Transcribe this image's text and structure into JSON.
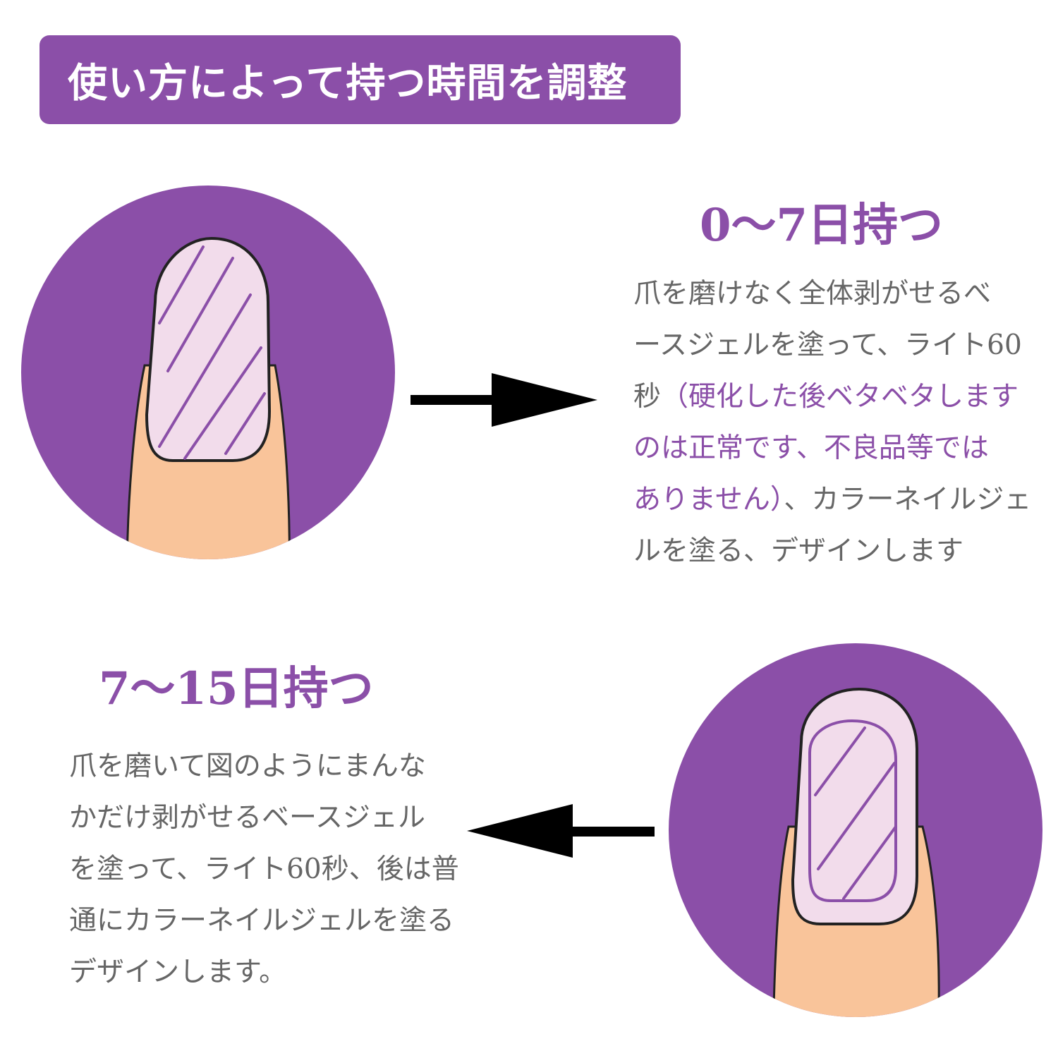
{
  "banner": {
    "title": "使い方によって持つ時間を調整"
  },
  "section_1": {
    "heading": "0～7日持つ",
    "lines": [
      [
        {
          "text": "爪を磨けなく全体剥がせるべ",
          "highlight": false
        }
      ],
      [
        {
          "text": "ースジェルを塗って、ライト60",
          "highlight": false
        }
      ],
      [
        {
          "text": "秒",
          "highlight": false
        },
        {
          "text": "（硬化した後ベタベタします",
          "highlight": true
        }
      ],
      [
        {
          "text": "のは正常です、不良品等では",
          "highlight": true
        }
      ],
      [
        {
          "text": "ありません）",
          "highlight": true
        },
        {
          "text": "、カラーネイルジェ",
          "highlight": false
        }
      ],
      [
        {
          "text": "ルを塗る、デザインします",
          "highlight": false
        }
      ]
    ]
  },
  "section_2": {
    "heading": "7～15日持つ",
    "lines": [
      [
        {
          "text": "爪を磨いて図のようにまんな",
          "highlight": false
        }
      ],
      [
        {
          "text": "かだけ剥がせるベースジェル",
          "highlight": false
        }
      ],
      [
        {
          "text": "を塗って、ライト60秒、後は普",
          "highlight": false
        }
      ],
      [
        {
          "text": "通にカラーネイルジェルを塗る",
          "highlight": false
        }
      ],
      [
        {
          "text": "デザインします。",
          "highlight": false
        }
      ]
    ]
  },
  "colors": {
    "accent": "#8b4fa8",
    "circle": "#8b4fa8",
    "skin": "#f9c49a",
    "nail": "#f2dceb",
    "nail_stripe": "#8b4fa8",
    "body_text": "#666666",
    "arrow": "#000000"
  },
  "icons": [
    "finger-nail-full-coat-illustration",
    "finger-nail-center-coat-illustration",
    "arrow-right-icon",
    "arrow-left-icon"
  ]
}
